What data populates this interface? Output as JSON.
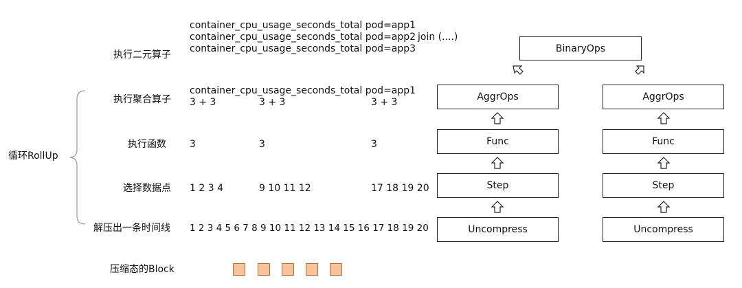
{
  "stages": {
    "binary": "执行二元算子",
    "aggr": "执行聚合算子",
    "func": "执行函数",
    "select": "选择数据点",
    "decompress": "解压出一条时间线",
    "block": "压缩态的Block"
  },
  "loop_label": "循环RollUp",
  "binary_rows": [
    "container_cpu_usage_seconds_total pod=app1",
    "container_cpu_usage_seconds_total pod=app2",
    "container_cpu_usage_seconds_total pod=app3"
  ],
  "join_text": "join  (....)",
  "aggr_series": "container_cpu_usage_seconds_total pod=app1",
  "aggr_values": [
    "3 + 3",
    "3 + 3",
    "3 + 3"
  ],
  "func_values": [
    "3",
    "3",
    "3"
  ],
  "select_values": [
    "1 2 3 4",
    "9 10 11 12",
    "17 18 19 20"
  ],
  "decompress_values": "1 2 3 4 5 6 7 8 9 10 11 12 13 14 15  16 17 18 19 20",
  "ops": {
    "binary": "BinaryOps",
    "left": {
      "aggr": "AggrOps",
      "func": "Func",
      "step": "Step",
      "uncompress": "Uncompress"
    },
    "right": {
      "aggr": "AggrOps",
      "func": "Func",
      "step": "Step",
      "uncompress": "Uncompress"
    }
  },
  "colors": {
    "block_fill": "#f8c29b",
    "block_border": "#b06a3a"
  }
}
